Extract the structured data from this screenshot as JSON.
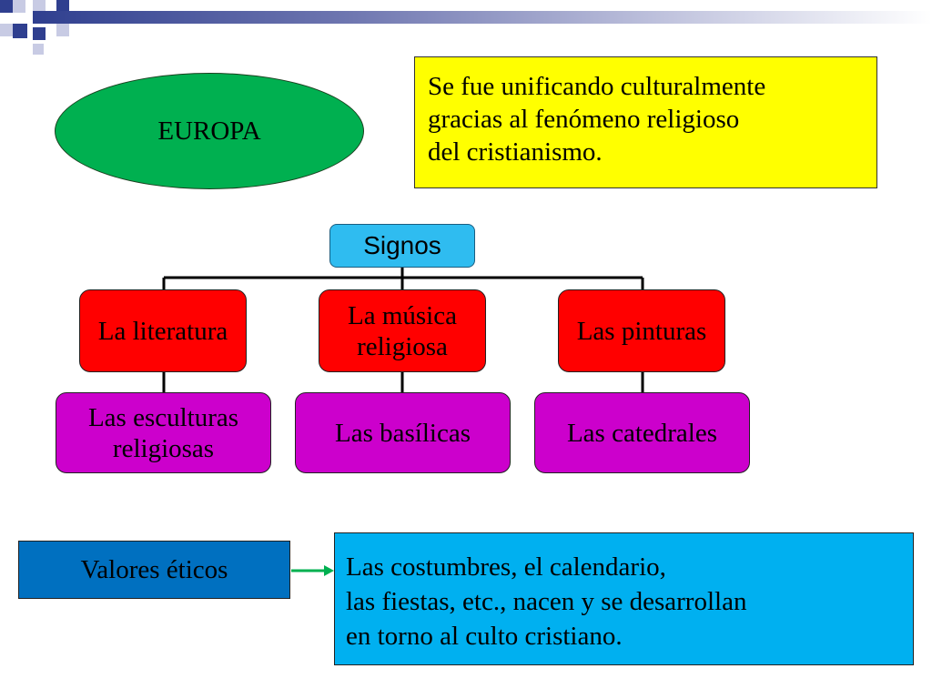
{
  "europa_label": "EUROPA",
  "yellow_text": [
    "Se fue unificando culturalmente",
    "gracias al fenómeno religioso",
    "del cristianismo."
  ],
  "root": "Signos",
  "level1": [
    "La literatura",
    "La música religiosa",
    "Las pinturas"
  ],
  "level2": [
    "Las esculturas religiosas",
    "Las basílicas",
    "Las catedrales"
  ],
  "valores_label": "Valores éticos",
  "blue_text": [
    "Las costumbres, el calendario,",
    "las fiestas, etc., nacen y se desarrollan",
    "en torno al culto cristiano."
  ],
  "colors": {
    "ellipse": "#00b050",
    "yellow_box": "#ffff00",
    "root_node": "#2fbcf0",
    "level1_node": "#ff0000",
    "level2_node": "#cc00cc",
    "valores_box": "#0070c0",
    "blue_box": "#00b0f0",
    "arrow": "#00b050"
  }
}
